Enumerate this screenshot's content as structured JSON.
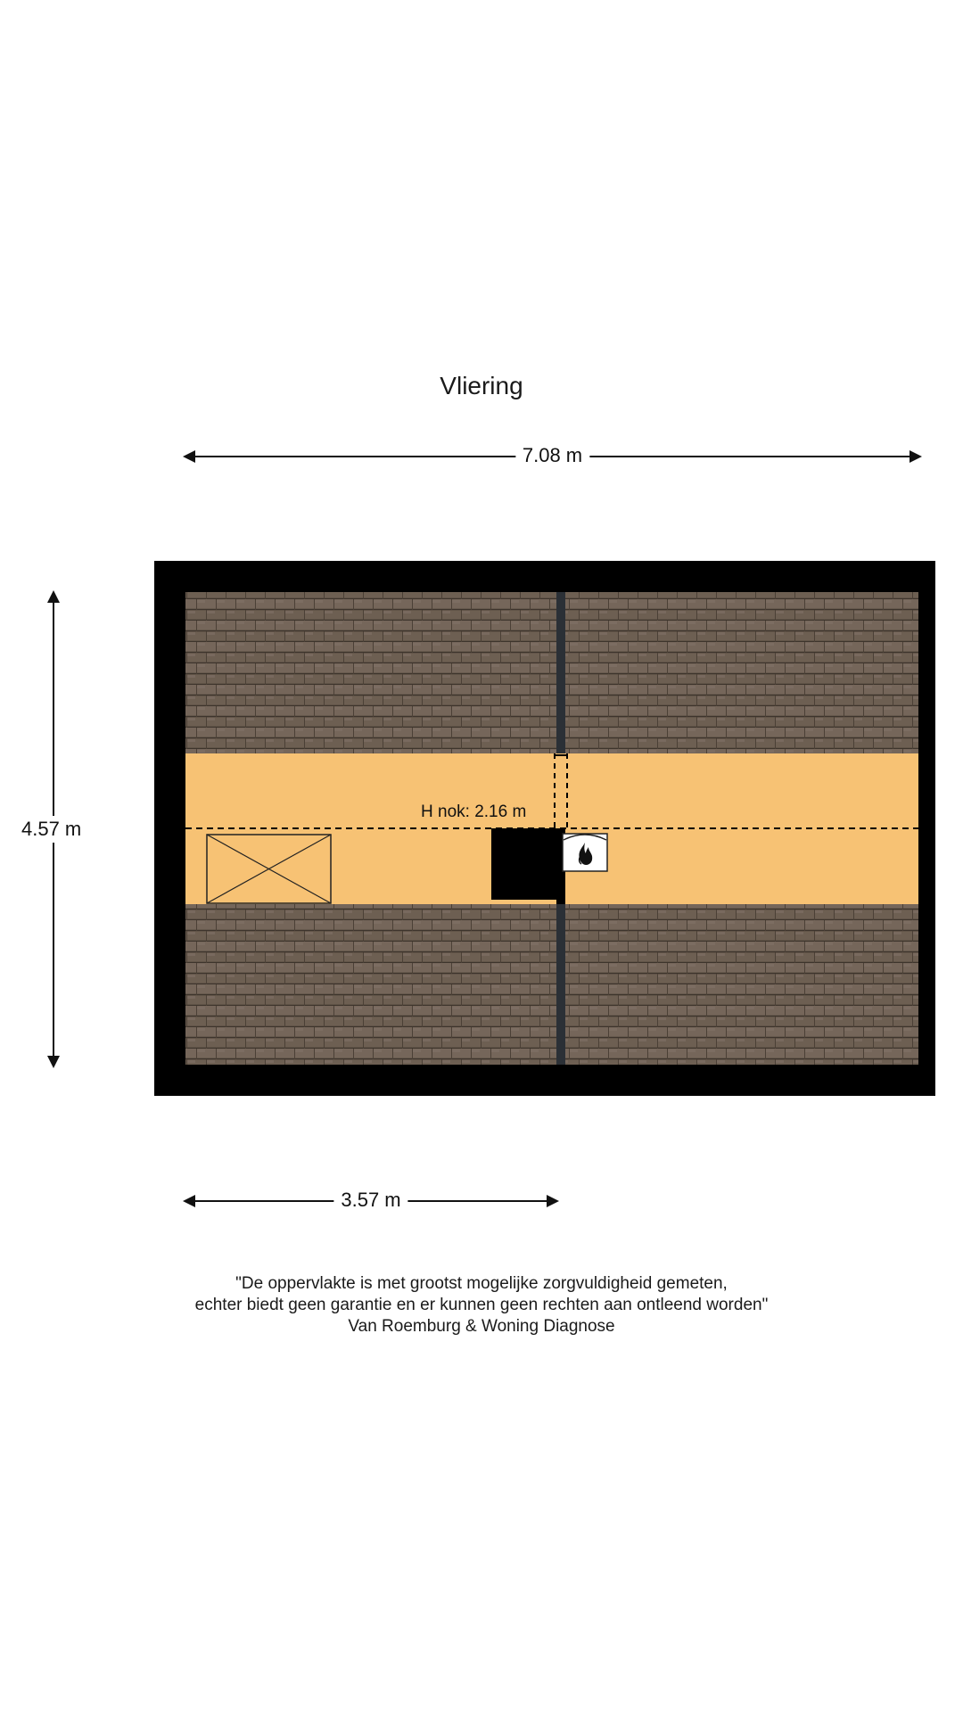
{
  "title": "Vliering",
  "dimensions": {
    "width_label": "7.08 m",
    "depth_label": "4.57 m",
    "partial_width_label": "3.57 m"
  },
  "ridge": {
    "label": "H nok: 2.16 m"
  },
  "symbols": {
    "hatch_icon": "x-box-icon",
    "boiler_icon": "flame-icon",
    "chimney_icon": "black-square-icon"
  },
  "colors": {
    "wall": "#000000",
    "floor": "#f7c274",
    "roof_tile": "#6b5d50",
    "roof_tile_dark": "#4a3f35"
  },
  "disclaimer": {
    "line1": "\"De oppervlakte is met grootst mogelijke zorgvuldigheid gemeten,",
    "line2": "echter biedt geen garantie en er kunnen geen rechten aan ontleend worden\"",
    "line3": "Van Roemburg & Woning Diagnose"
  }
}
